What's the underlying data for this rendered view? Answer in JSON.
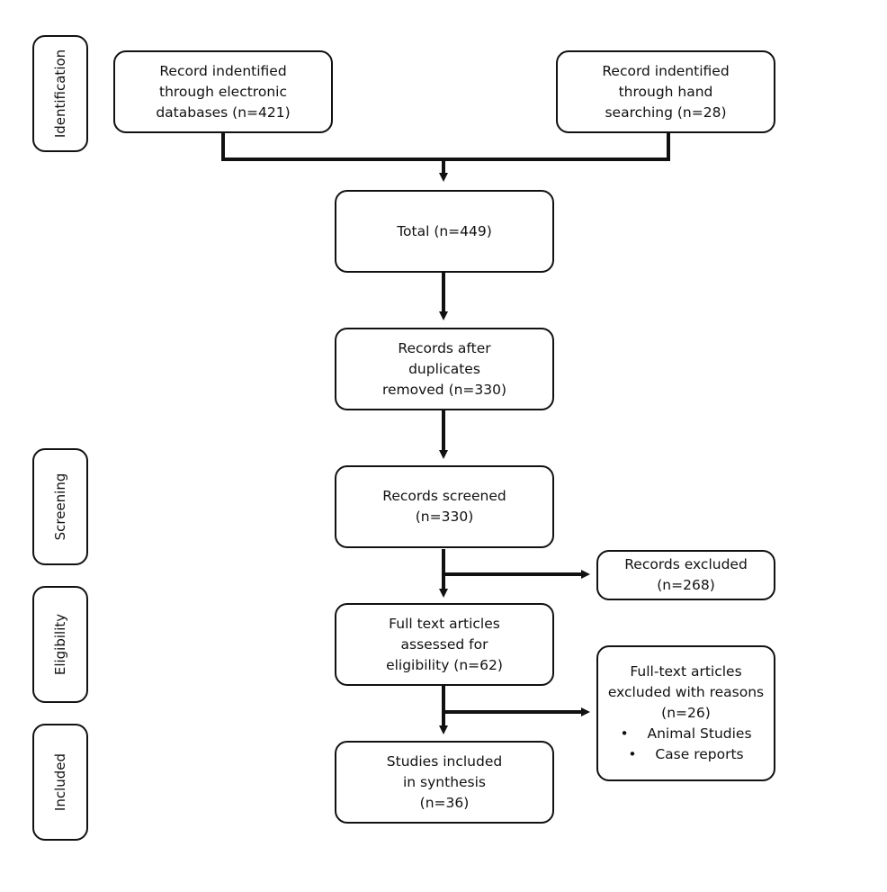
{
  "stages": {
    "identification": "Identification",
    "screening": "Screening",
    "eligibility": "Eligibility",
    "included": "Included"
  },
  "boxes": {
    "electronic": [
      "Record indentified",
      "through electronic",
      "databases (n=421)"
    ],
    "hand": [
      "Record indentified",
      "through hand",
      "searching (n=28)"
    ],
    "total": [
      "Total (n=449)"
    ],
    "duplicates": [
      "Records after",
      "duplicates",
      "removed (n=330)"
    ],
    "screened": [
      "Records screened",
      "(n=330)"
    ],
    "excluded": [
      "Records excluded",
      "(n=268)"
    ],
    "fulltext": [
      "Full text articles",
      "assessed for",
      "eligibility (n=62)"
    ],
    "fulltext_excluded": {
      "lines": [
        "Full-text articles",
        "excluded with reasons",
        "(n=26)"
      ],
      "bullets": [
        "Animal Studies",
        "Case reports"
      ]
    },
    "included": [
      "Studies included",
      "in synthesis",
      "(n=36)"
    ]
  },
  "bullet_symbol": "•"
}
